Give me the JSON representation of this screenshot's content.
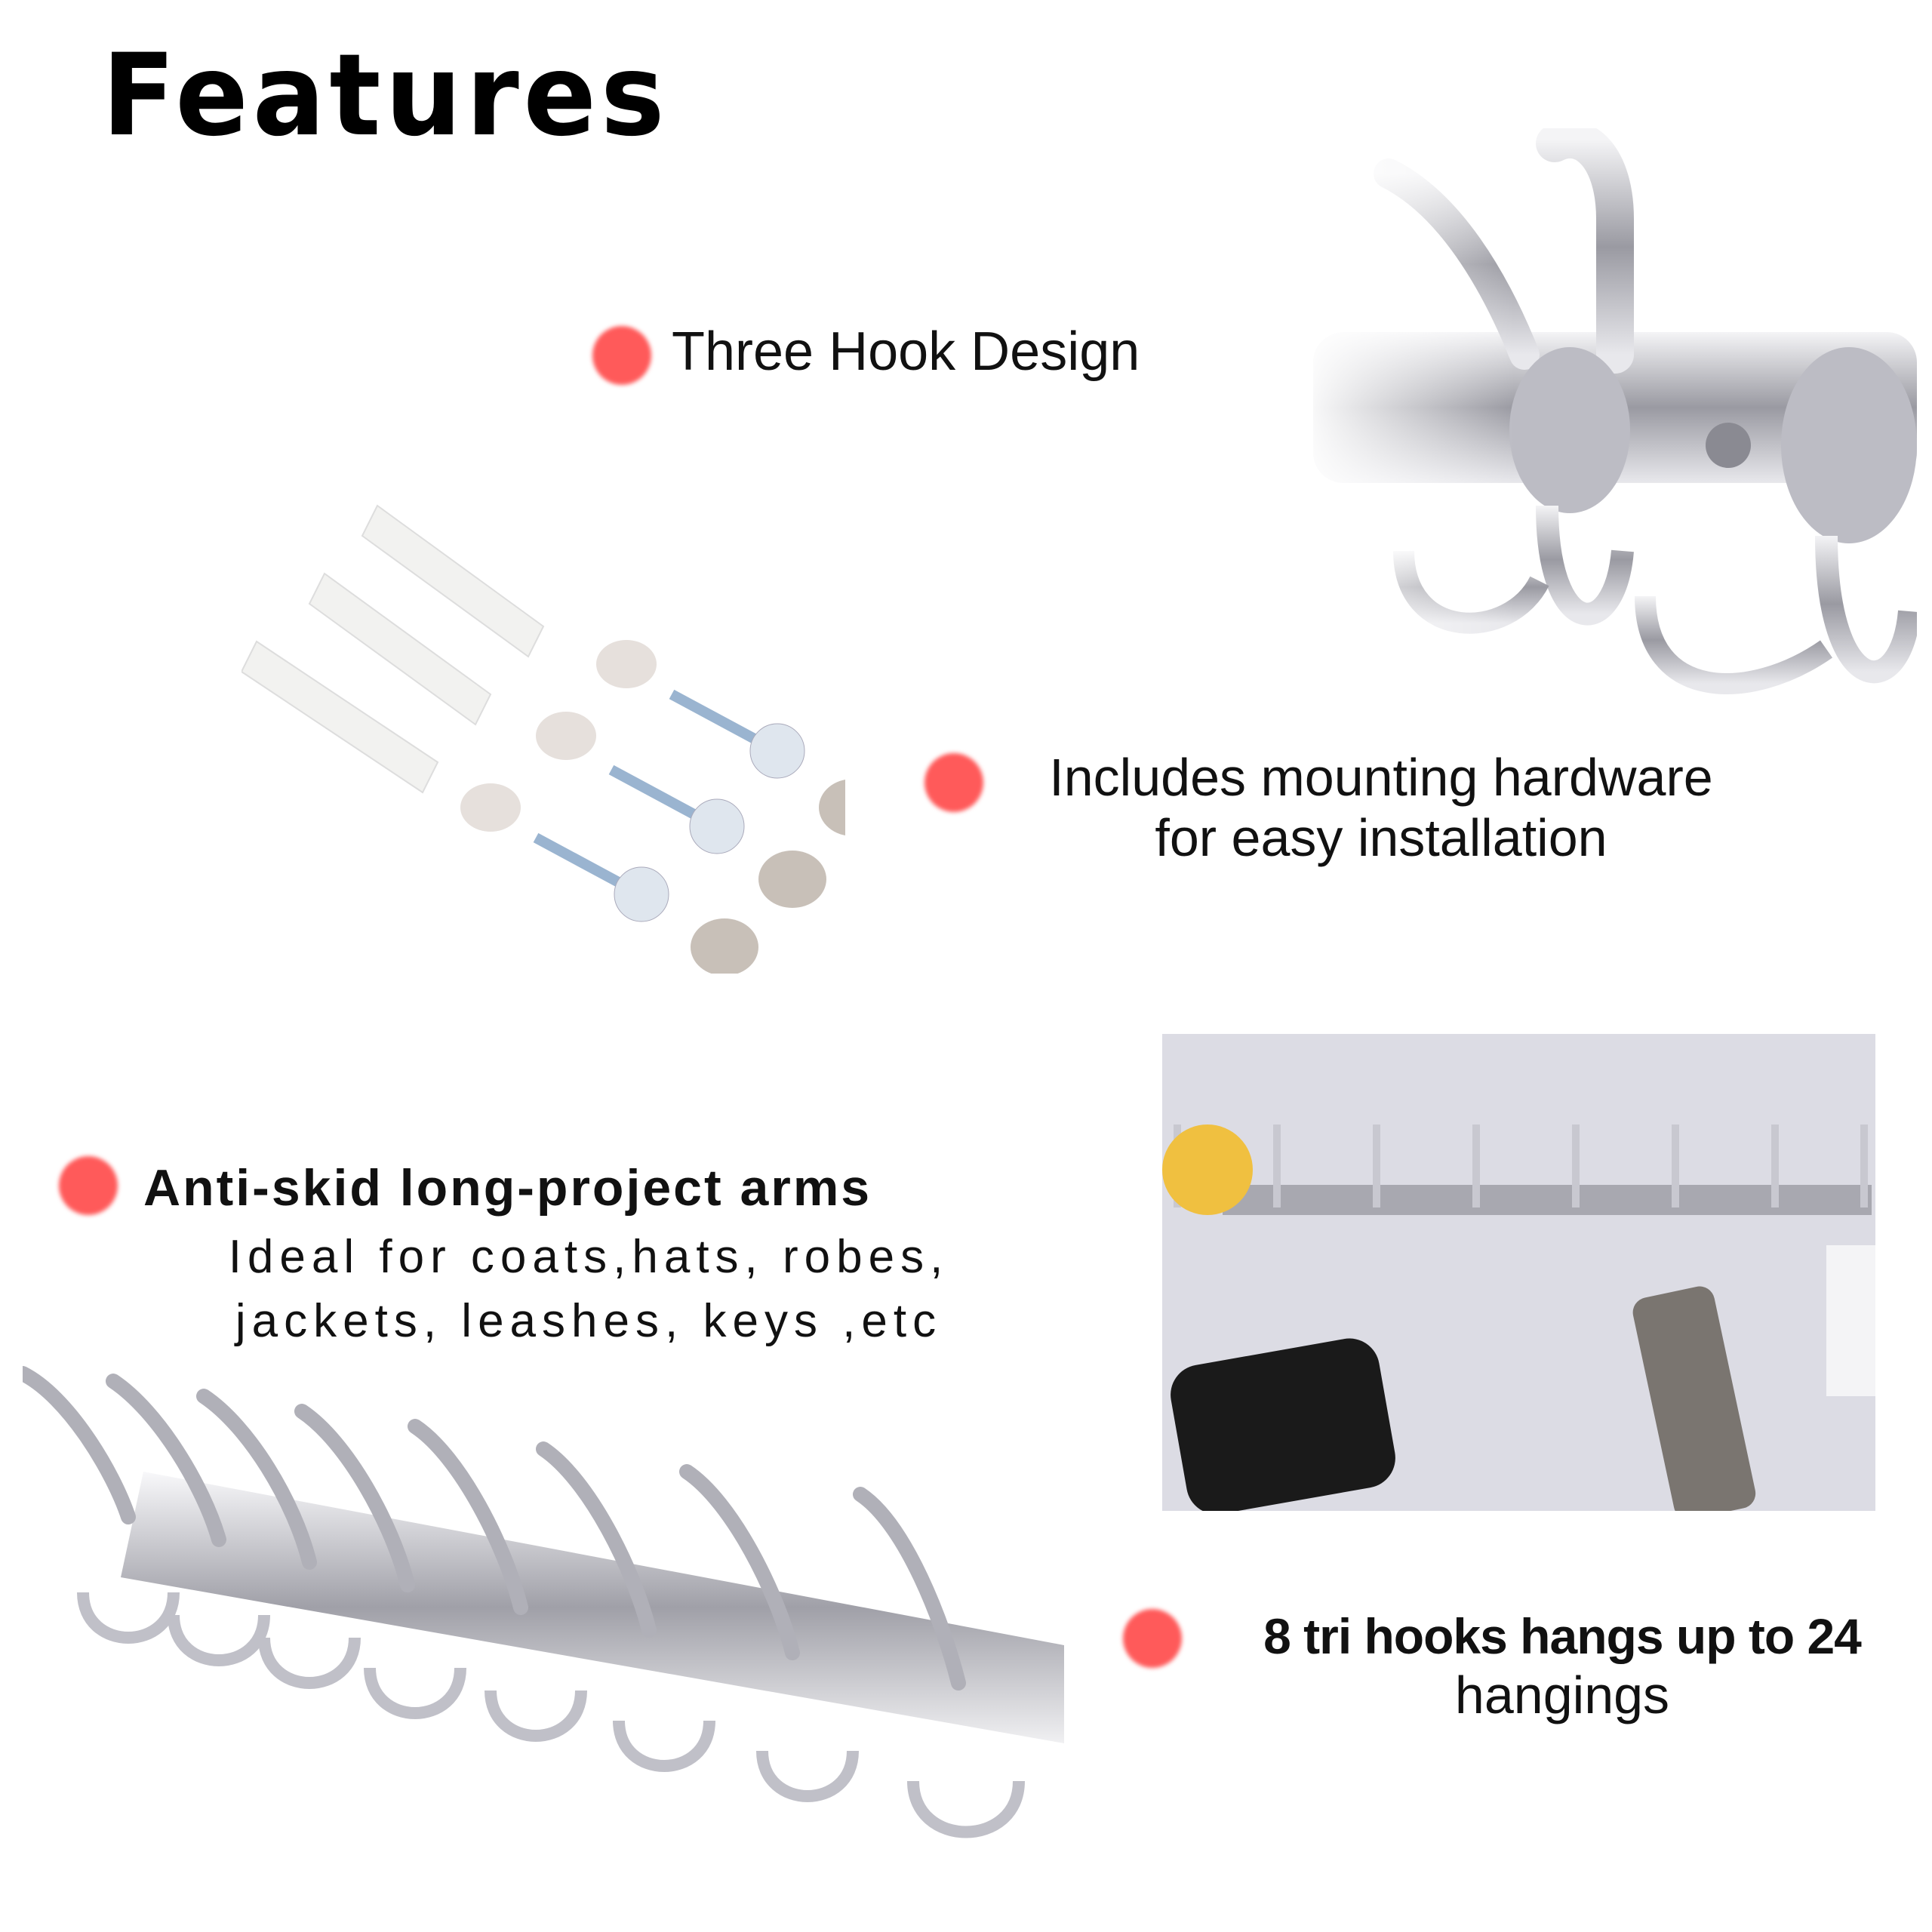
{
  "title": "Features",
  "accent_color": "#ff5a5a",
  "features": [
    {
      "heading": "Three Hook Design"
    },
    {
      "heading": "Includes mounting hardware",
      "heading_line2": "for easy installation"
    },
    {
      "heading": "Anti-skid long-project arms",
      "detail_line1": "Ideal for coats,hats, robes,",
      "detail_line2": "jackets, leashes, keys ,etc"
    },
    {
      "heading": "8 tri hooks hangs up to 24",
      "heading_line2": "hangings"
    }
  ],
  "images": {
    "hook_closeup": "three-hook-closeup-photo",
    "hardware": "mounting-hardware-photo",
    "lifestyle": "wall-mounted-rack-lifestyle-photo",
    "product": "eight-hook-rack-product-photo"
  }
}
